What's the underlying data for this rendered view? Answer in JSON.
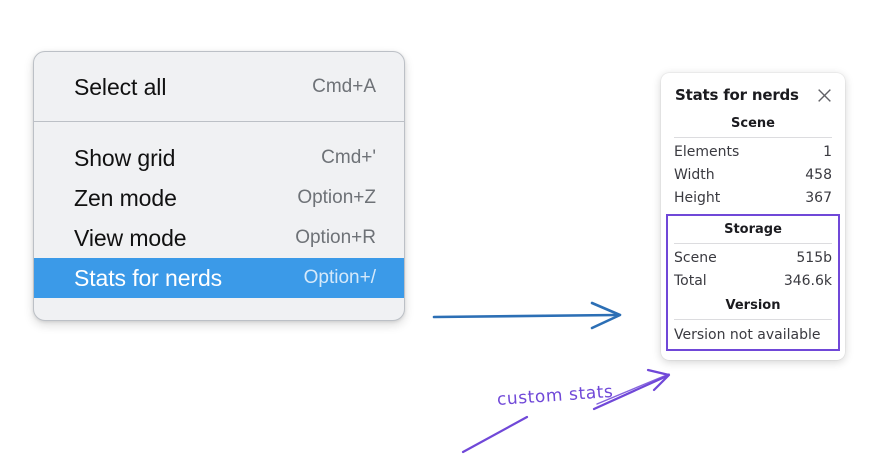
{
  "context_menu": {
    "groups": [
      {
        "items": [
          {
            "label": "Select all",
            "shortcut": "Cmd+A",
            "selected": false
          }
        ]
      },
      {
        "items": [
          {
            "label": "Show grid",
            "shortcut": "Cmd+'",
            "selected": false
          },
          {
            "label": "Zen mode",
            "shortcut": "Option+Z",
            "selected": false
          },
          {
            "label": "View mode",
            "shortcut": "Option+R",
            "selected": false
          },
          {
            "label": "Stats for nerds",
            "shortcut": "Option+/",
            "selected": true
          }
        ]
      }
    ],
    "selected_color": "#3b9ae8"
  },
  "stats_panel": {
    "title": "Stats for nerds",
    "close_icon": "close-icon",
    "scene": {
      "heading": "Scene",
      "rows": [
        {
          "key": "Elements",
          "value": "1"
        },
        {
          "key": "Width",
          "value": "458"
        },
        {
          "key": "Height",
          "value": "367"
        }
      ]
    },
    "storage": {
      "heading": "Storage",
      "rows": [
        {
          "key": "Scene",
          "value": "515b"
        },
        {
          "key": "Total",
          "value": "346.6k"
        }
      ]
    },
    "version": {
      "heading": "Version",
      "text": "Version not available"
    },
    "highlight_color": "#7048d8"
  },
  "annotations": {
    "custom_stats_label": "custom stats",
    "arrow_blue_color": "#2c6fb5",
    "arrow_purple_color": "#7048d8"
  }
}
